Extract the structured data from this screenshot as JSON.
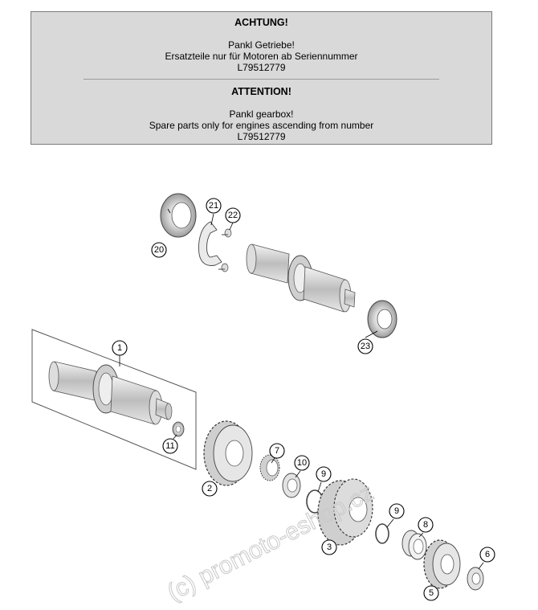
{
  "notice": {
    "de": {
      "title": "ACHTUNG!",
      "line1": "Pankl Getriebe!",
      "line2": "Ersatzteile nur für Motoren ab Seriennummer",
      "line3": "L79512779"
    },
    "en": {
      "title": "ATTENTION!",
      "line1": "Pankl gearbox!",
      "line2": "Spare parts only for engines ascending from number",
      "line3": "L79512779"
    }
  },
  "callouts": {
    "c1": "1",
    "c2": "2",
    "c3": "3",
    "c5": "5",
    "c6": "6",
    "c7": "7",
    "c8": "8",
    "c9a": "9",
    "c9b": "9",
    "c10": "10",
    "c11": "11",
    "c20": "20",
    "c21": "21",
    "c22": "22",
    "c23": "23"
  },
  "watermark": "(c) promoto-eshop.cz"
}
